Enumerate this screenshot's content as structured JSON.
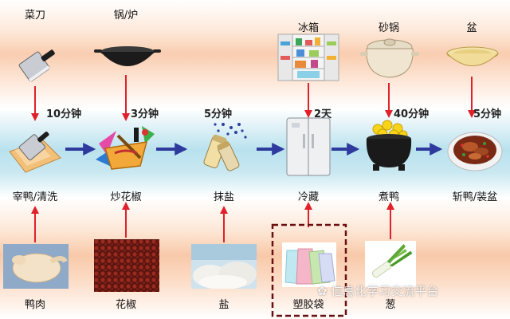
{
  "tools": [
    {
      "label": "菜刀",
      "icon": "cleaver-icon"
    },
    {
      "label": "锅/炉",
      "icon": "wok-icon"
    },
    {
      "label": "冰箱",
      "icon": "open-fridge-icon"
    },
    {
      "label": "砂锅",
      "icon": "clay-pot-icon"
    },
    {
      "label": "盆",
      "icon": "bowl-icon"
    }
  ],
  "steps": [
    {
      "label": "宰鸭/清洗",
      "icon": "cleaver-board-icon"
    },
    {
      "label": "炒花椒",
      "icon": "stir-fry-icon"
    },
    {
      "label": "抹盐",
      "icon": "salt-shaker-icon"
    },
    {
      "label": "冷藏",
      "icon": "fridge-icon"
    },
    {
      "label": "煮鸭",
      "icon": "cauldron-icon"
    },
    {
      "label": "斩鸭/装盆",
      "icon": "plated-duck-icon"
    }
  ],
  "durations": [
    "10分钟",
    "3分钟",
    "5分钟",
    "2天",
    "40分钟",
    "5分钟"
  ],
  "ingredients": [
    {
      "label": "鸭肉",
      "icon": "raw-duck-icon"
    },
    {
      "label": "花椒",
      "icon": "peppercorn-icon"
    },
    {
      "label": "盐",
      "icon": "salt-pile-icon"
    },
    {
      "label": "塑胶袋",
      "icon": "plastic-bag-icon"
    },
    {
      "label": "葱",
      "icon": "scallion-icon"
    }
  ],
  "watermark": "信息化学习交流平台",
  "colors": {
    "flow_arrow": "#2e3a9e",
    "input_arrow": "#e0202a",
    "highlight_box": "#6b1010"
  }
}
